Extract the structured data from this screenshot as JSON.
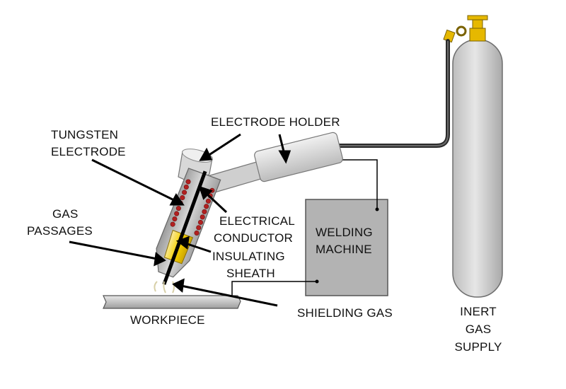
{
  "labels": {
    "tungsten_electrode": [
      "TUNGSTEN",
      "ELECTRODE"
    ],
    "electrode_holder": "ELECTRODE HOLDER",
    "gas_passages": [
      "GAS",
      "PASSAGES"
    ],
    "electrical_conductor": [
      "ELECTRICAL",
      "CONDUCTOR"
    ],
    "insulating_sheath": [
      "INSULATING",
      "SHEATH"
    ],
    "welding_machine": [
      "WELDING",
      "MACHINE"
    ],
    "workpiece": "WORKPIECE",
    "shielding_gas": "SHIELDING GAS",
    "inert_gas_supply": [
      "INERT",
      "GAS",
      "SUPPLY"
    ]
  },
  "colors": {
    "metal_light": "#e2e2e2",
    "metal_mid": "#b5b5b5",
    "metal_dark": "#7a7a7a",
    "machine_fill": "#b3b3b3",
    "coil": "#b22020",
    "sheath": "#f4d100",
    "valve": "#e6b800",
    "line": "#000000"
  }
}
